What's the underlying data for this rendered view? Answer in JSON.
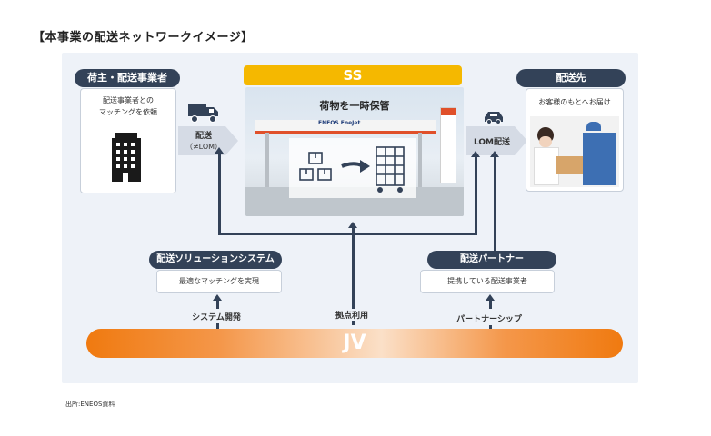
{
  "title": "【本事業の配送ネットワークイメージ】",
  "shipper": {
    "label": "荷主・配送事業者",
    "desc_line1": "配送事業者との",
    "desc_line2": "マッチングを依頼"
  },
  "delivery_arrow": {
    "line1": "配送",
    "line2": "（≠LOM）"
  },
  "ss": {
    "label": "SS",
    "caption": "荷物を一時保管",
    "brand": "ENEOS EneJet"
  },
  "lom_arrow": {
    "label": "LOM配送"
  },
  "destination": {
    "label": "配送先",
    "desc": "お客様のもとへお届け"
  },
  "solution": {
    "label": "配送ソリューションシステム",
    "desc": "最適なマッチングを実現"
  },
  "partner": {
    "label": "配送パートナー",
    "desc": "提携している配送事業者"
  },
  "bottom_labels": {
    "system_dev": "システム開発",
    "base_use": "拠点利用",
    "partnership": "パートナーシップ"
  },
  "jv": {
    "label": "JV"
  },
  "source": "出所:ENEOS資料",
  "colors": {
    "navy": "#334258",
    "ss_yellow": "#f5b800",
    "jv_orange": "#f07a10",
    "panel": "#eef2f8"
  }
}
